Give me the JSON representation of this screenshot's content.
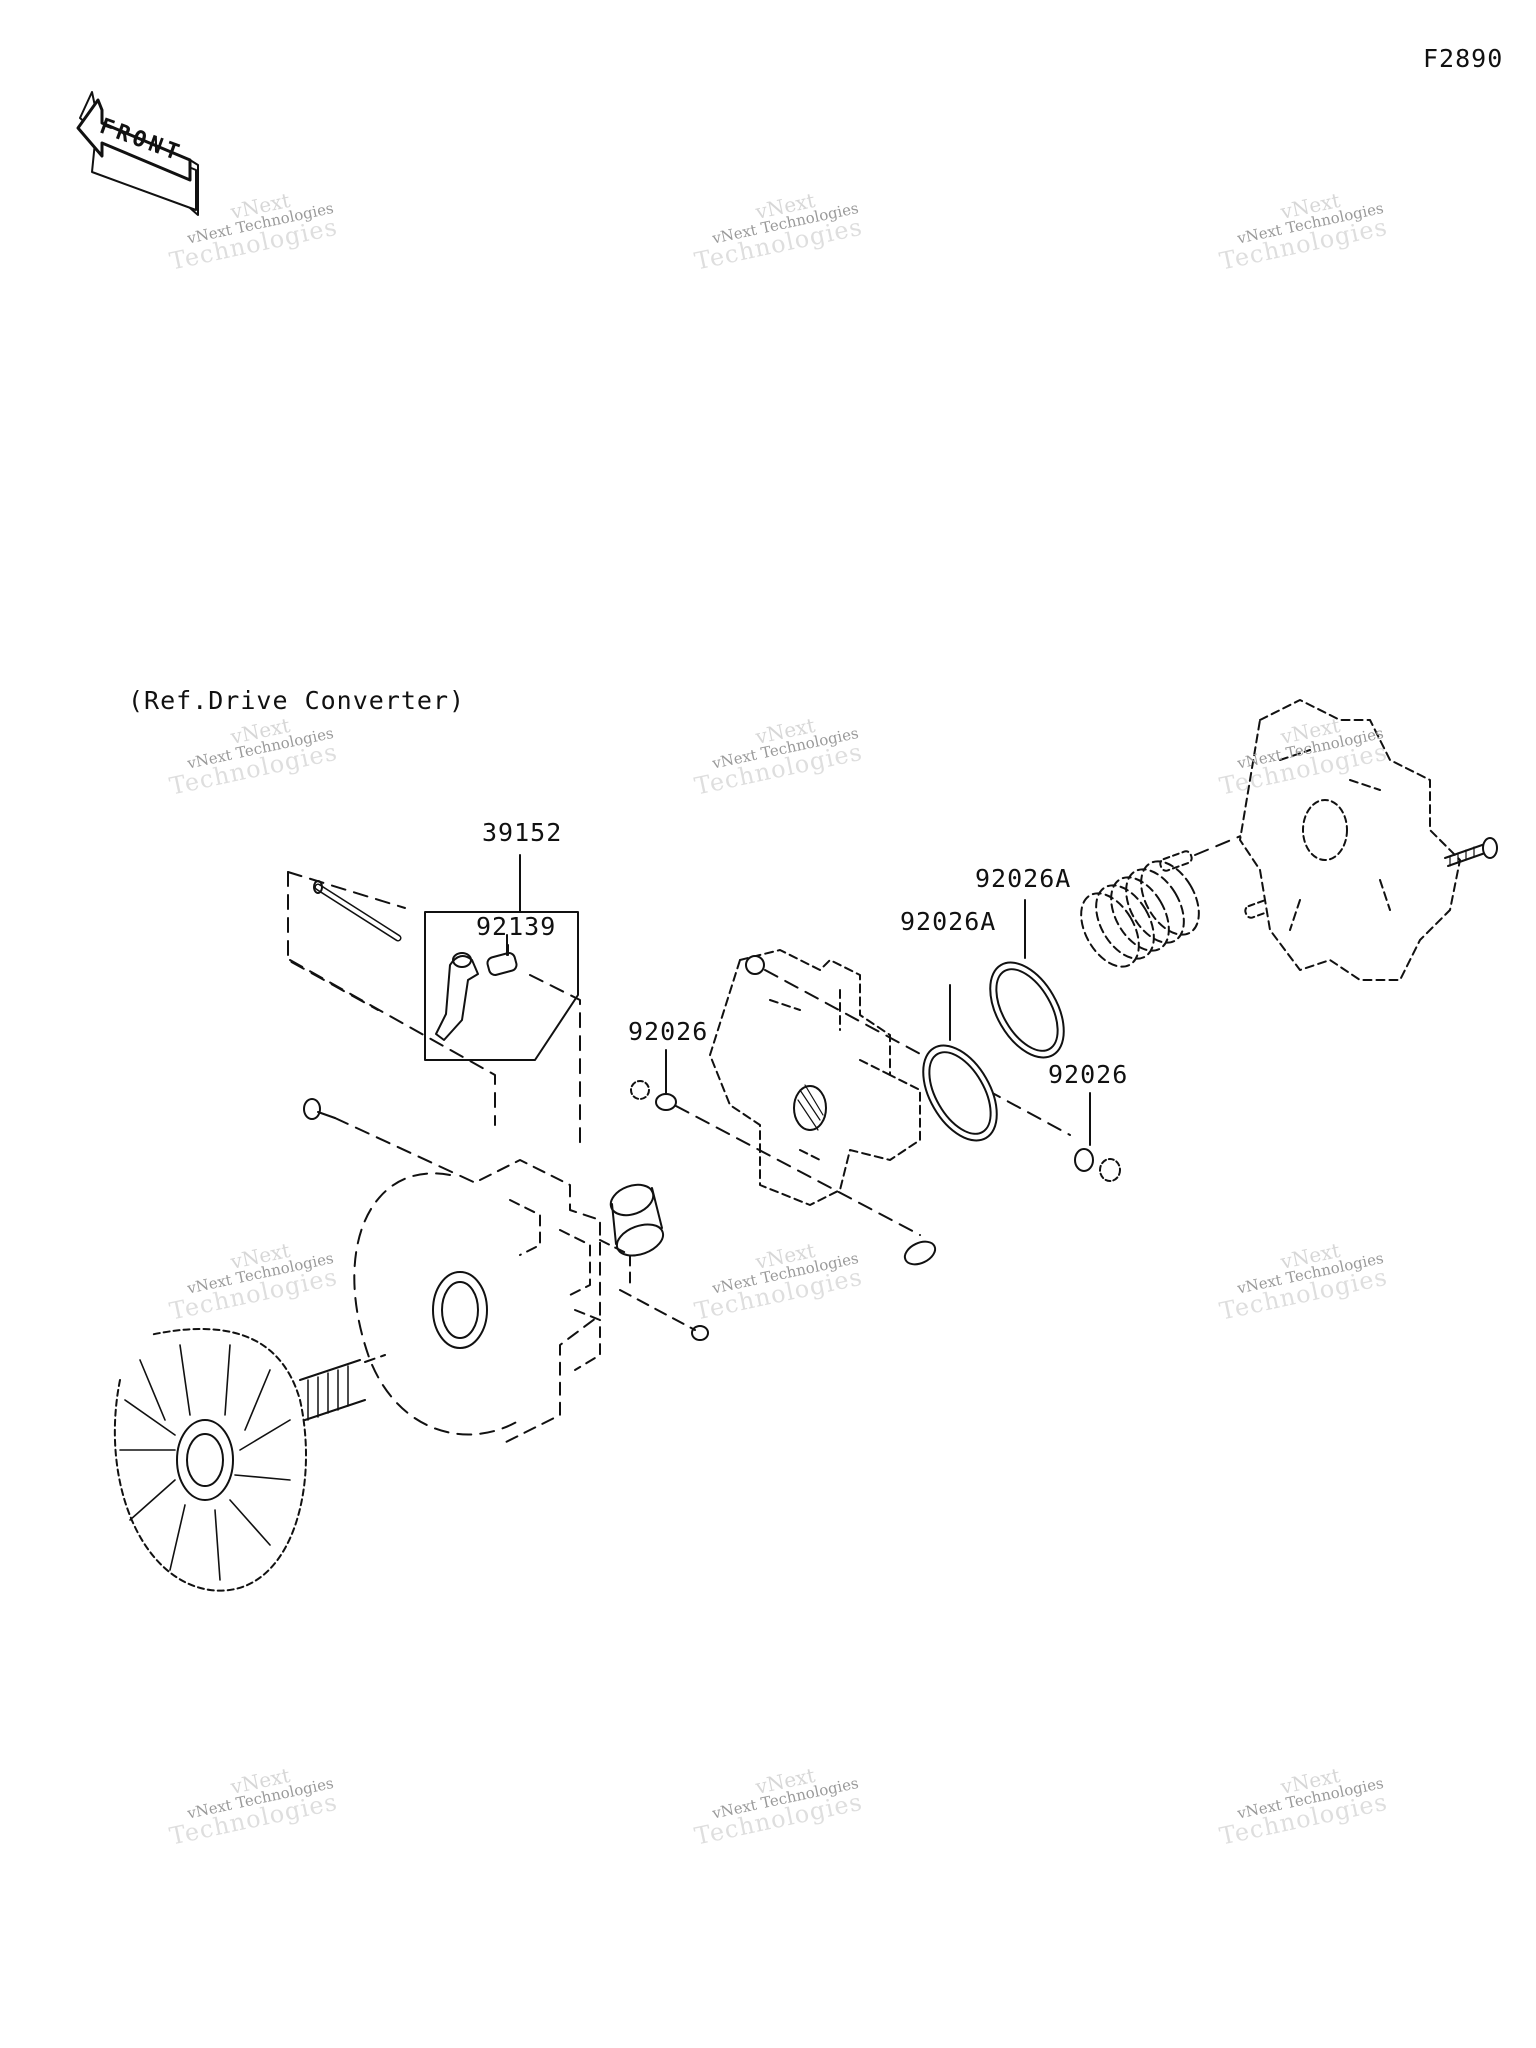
{
  "diagram": {
    "code": "F2890",
    "front_label": "FRONT",
    "reference_note": "(Ref.Drive Converter)",
    "watermark": {
      "brand": "vNext",
      "line": "vNext Technologies",
      "word": "Technologies"
    },
    "parts": [
      {
        "number": "39152"
      },
      {
        "number": "92139"
      },
      {
        "number": "92026"
      },
      {
        "number": "92026A"
      },
      {
        "number": "92026A"
      },
      {
        "number": "92026"
      }
    ]
  }
}
